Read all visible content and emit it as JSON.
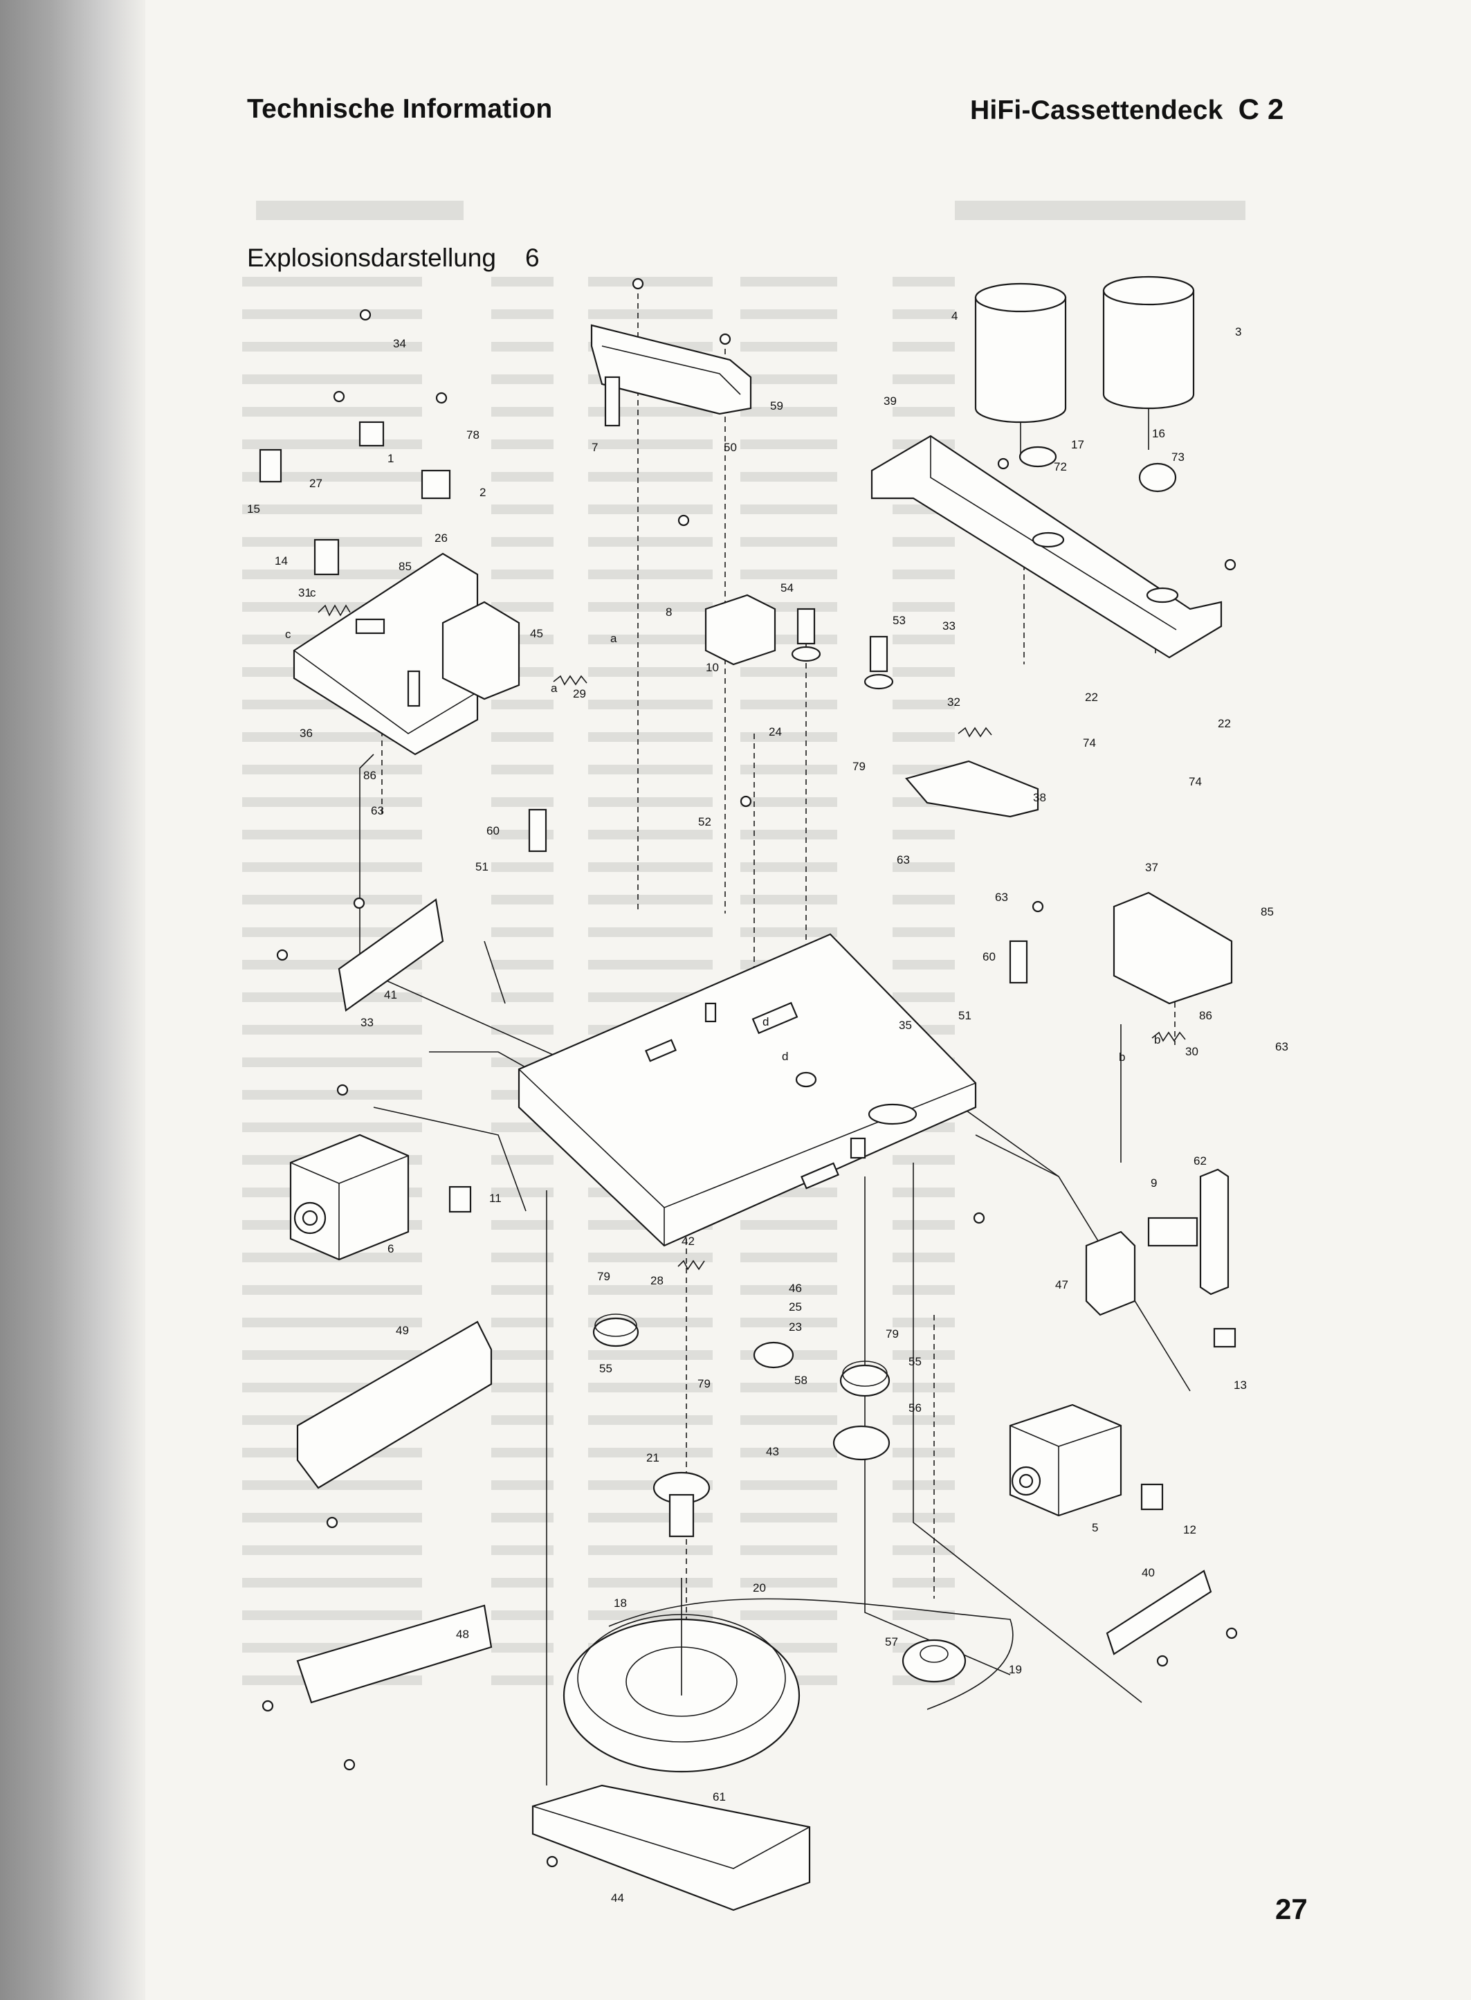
{
  "header": {
    "left_title": "Technische Information",
    "right_title": "HiFi-Cassettendeck",
    "model_code": "C 2"
  },
  "section": {
    "title": "Explosionsdarstellung",
    "number": "6"
  },
  "page_number": "27",
  "diagram": {
    "part_labels": [
      "1",
      "2",
      "3",
      "4",
      "5",
      "6",
      "7",
      "8",
      "9",
      "10",
      "11",
      "12",
      "13",
      "14",
      "15",
      "16",
      "17",
      "18",
      "19",
      "20",
      "21",
      "22",
      "22",
      "23",
      "24",
      "25",
      "26",
      "27",
      "28",
      "29",
      "30",
      "31",
      "32",
      "33",
      "33",
      "34",
      "35",
      "36",
      "37",
      "38",
      "39",
      "40",
      "41",
      "42",
      "43",
      "44",
      "45",
      "46",
      "47",
      "48",
      "49",
      "50",
      "51",
      "51",
      "52",
      "53",
      "54",
      "55",
      "55",
      "56",
      "57",
      "58",
      "59",
      "60",
      "60",
      "61",
      "62",
      "63",
      "63",
      "63",
      "63",
      "72",
      "73",
      "74",
      "74",
      "78",
      "79",
      "79",
      "79",
      "79",
      "85",
      "85",
      "86",
      "86",
      "a",
      "a",
      "b",
      "b",
      "c",
      "c",
      "d",
      "d"
    ]
  }
}
